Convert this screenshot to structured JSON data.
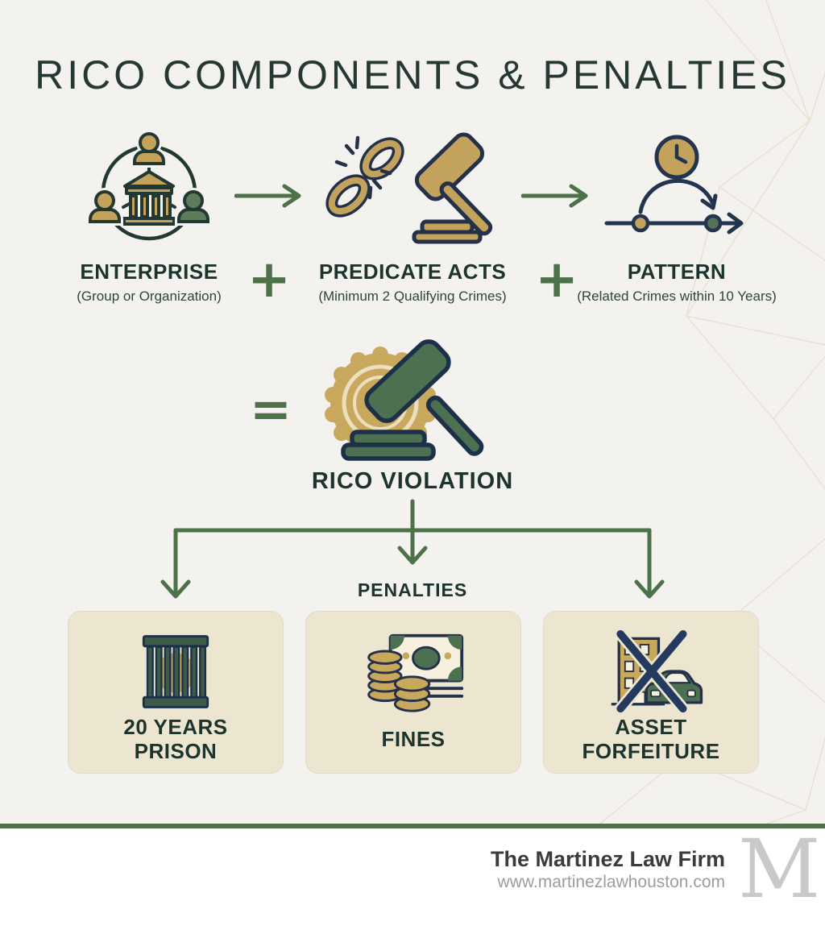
{
  "title": "RICO COMPONENTS & PENALTIES",
  "components": [
    {
      "label": "ENTERPRISE",
      "sublabel": "(Group or Organization)",
      "icon": "enterprise-network-icon"
    },
    {
      "label": "PREDICATE ACTS",
      "sublabel": "(Minimum 2 Qualifying Crimes)",
      "icon": "broken-chain-and-gavel-icon"
    },
    {
      "label": "PATTERN",
      "sublabel": "(Related Crimes within 10 Years)",
      "icon": "clock-timeline-icon"
    }
  ],
  "operators": {
    "plus": "+",
    "equals": "="
  },
  "result_label": "RICO VIOLATION",
  "penalties_header": "PENALTIES",
  "penalties": [
    {
      "line1": "20 YEARS",
      "line2": "PRISON",
      "icon": "prison-bars-icon"
    },
    {
      "line1": "FINES",
      "line2": "",
      "icon": "cash-and-coins-icon"
    },
    {
      "line1": "ASSET",
      "line2": "FORFEITURE",
      "icon": "crossed-building-car-icon"
    }
  ],
  "footer": {
    "firm_name": "The Martinez Law Firm",
    "website": "www.martinezlawhouston.com",
    "monogram": "M"
  },
  "colors": {
    "background": "#f3f2ef",
    "accent_green": "#4d7249",
    "icon_green": "#4c7050",
    "dark_teal_text": "#1d332e",
    "gold": "#c3a35c",
    "navy_outline": "#253049",
    "panel_beige": "#ece6d1",
    "footer_bar_green": "#4d7249",
    "footer_text_gray": "#3b3b3b",
    "website_gray": "#9d9d9d",
    "monogram_gray": "#c9c9c9",
    "mesh_line": "#e9e2cf"
  }
}
